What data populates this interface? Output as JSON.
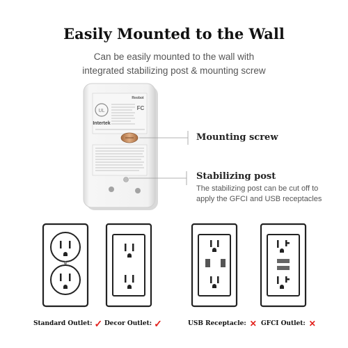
{
  "header": {
    "title": "Easily Mounted to the Wall",
    "subtitle_line1": "Can be easily mounted to the wall with",
    "subtitle_line2": "integrated stabilizing post & mounting screw"
  },
  "callouts": {
    "mounting_screw": {
      "label": "Mounting screw"
    },
    "stabilizing_post": {
      "label": "Stabilizing post",
      "desc_line1": "The stabilizing post can be cut off to",
      "desc_line2": "apply the GFCI and USB receptacles"
    }
  },
  "outlets": [
    {
      "label": "Standard Outlet:",
      "compatible": true,
      "mark": "✓"
    },
    {
      "label": "Decor Outlet:",
      "compatible": true,
      "mark": "✓"
    },
    {
      "label": "USB Receptacle:",
      "compatible": false,
      "mark": "✕"
    },
    {
      "label": "GFCI Outlet:",
      "compatible": false,
      "mark": "✕"
    }
  ],
  "colors": {
    "accent_mark": "#e2211c",
    "device_body": "#f3f3f3",
    "screw": "#c98a5a"
  },
  "device_label_text": {
    "brand": "Reobot",
    "certification_mark": "Intertek"
  }
}
